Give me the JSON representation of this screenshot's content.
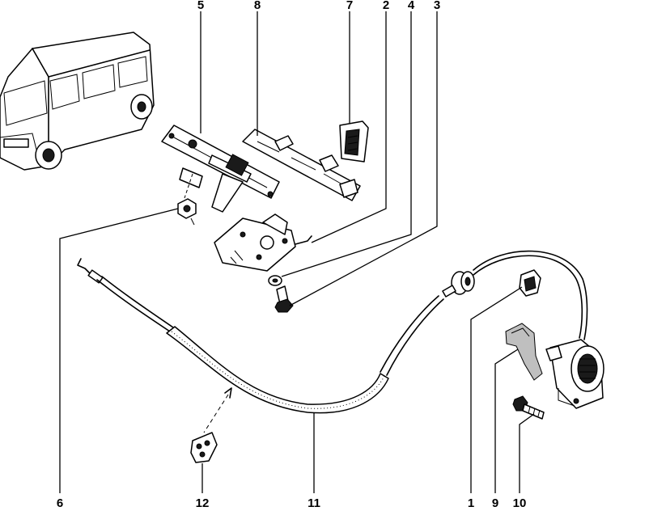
{
  "callouts": {
    "c1": "1",
    "c2": "2",
    "c3": "3",
    "c4": "4",
    "c5": "5",
    "c6": "6",
    "c7": "7",
    "c8": "8",
    "c9": "9",
    "c10": "10",
    "c11": "11",
    "c12": "12"
  },
  "colors": {
    "ink": "#000000",
    "background": "#ffffff",
    "shading": "#bfbfbf"
  }
}
